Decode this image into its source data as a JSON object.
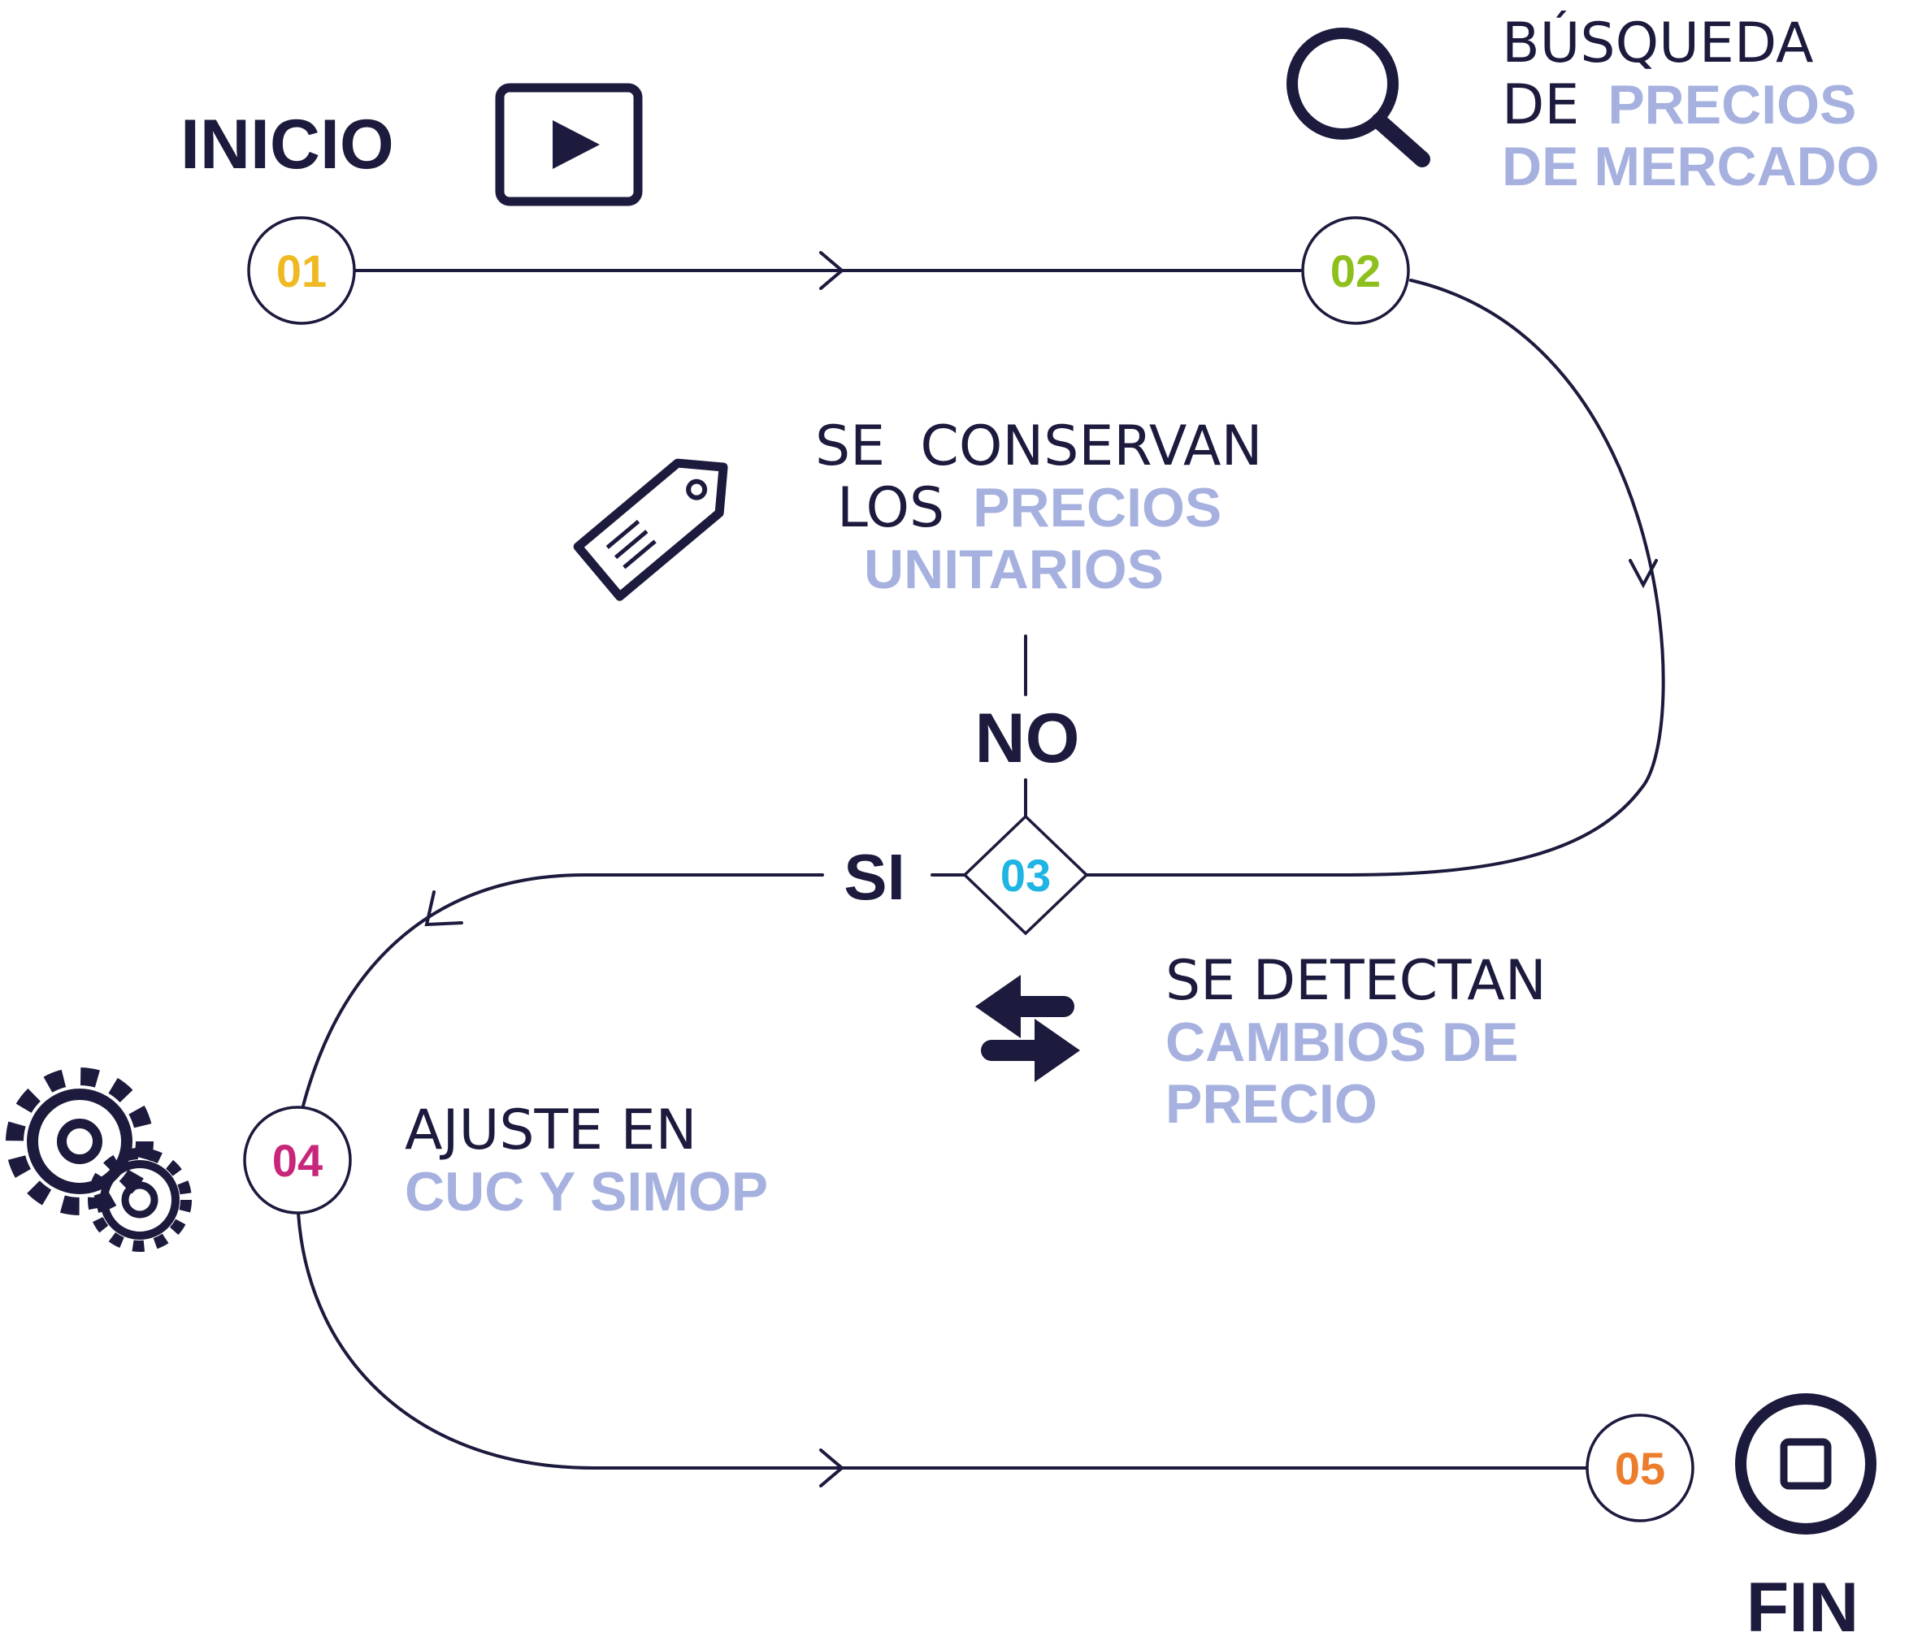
{
  "colors": {
    "ink": "#1c1a3d",
    "accent": "#a6b1df",
    "step_01": "#efb921",
    "step_02": "#8ec01d",
    "step_03": "#1eb4e4",
    "step_04": "#c8267a",
    "step_05": "#ec7d2c"
  },
  "start": {
    "label": "INICIO",
    "icon": "play-icon"
  },
  "end": {
    "label": "FIN",
    "icon": "stop-icon"
  },
  "steps": [
    {
      "number": "01"
    },
    {
      "number": "02",
      "line1": "BÚSQUEDA",
      "line2_plain": "DE",
      "line2_accent": "PRECIOS",
      "line3_accent": "DE MERCADO",
      "icon": "search-icon"
    },
    {
      "number": "03",
      "yes_label": "SI",
      "no_label": "NO"
    },
    {
      "number": "04",
      "line1": "AJUSTE EN",
      "line2_accent": "CUC Y SIMOP",
      "icon": "gears-icon"
    },
    {
      "number": "05"
    }
  ],
  "no_branch": {
    "line1": "SE  CONSERVAN",
    "line2_plain": "LOS",
    "line2_accent": "PRECIOS",
    "line3_accent": "UNITARIOS",
    "icon": "price-tag-icon"
  },
  "yes_branch": {
    "line1": "SE DETECTAN",
    "line2_accent": "CAMBIOS DE",
    "line3_accent": "PRECIO",
    "icon": "swap-arrows-icon"
  }
}
